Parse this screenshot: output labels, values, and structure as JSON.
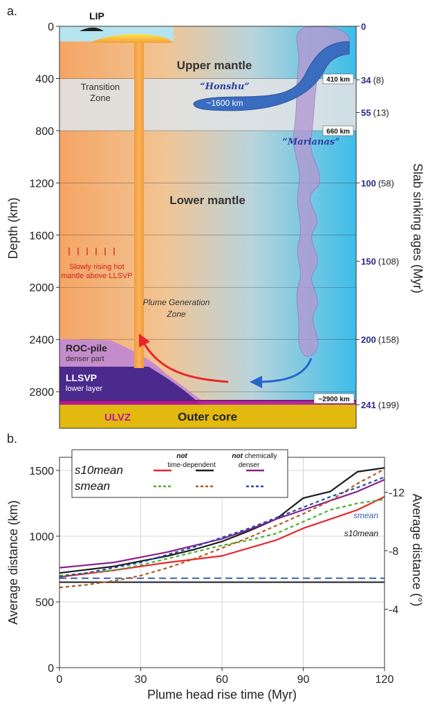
{
  "panel_a": {
    "label": "a.",
    "left_axis_label": "Depth (km)",
    "right_axis_label": "Slab sinking ages (Myr)",
    "depth_ticks": [
      "0",
      "400",
      "800",
      "1200",
      "1600",
      "2000",
      "2400",
      "2800"
    ],
    "age_ticks": [
      {
        "main": "0",
        "paren": ""
      },
      {
        "main": "34",
        "paren": "(8)"
      },
      {
        "main": "55",
        "paren": "(13)"
      },
      {
        "main": "100",
        "paren": "(58)"
      },
      {
        "main": "150",
        "paren": "(108)"
      },
      {
        "main": "200",
        "paren": "(158)"
      },
      {
        "main": "241",
        "paren": "(199)"
      }
    ],
    "labels": {
      "lip": "LIP",
      "upper_mantle": "Upper mantle",
      "transition_1": "Transition",
      "transition_2": "Zone",
      "honshu": "“Honshu”",
      "honshu_len": "~1600 km",
      "marianas": "“Marianas”",
      "lower_mantle": "Lower mantle",
      "rising_1": "Slowly rising hot",
      "rising_2": "mantle above LLSVP",
      "pgz_1": "Plume Generation",
      "pgz_2": "Zone",
      "roc_1": "ROC-pile",
      "roc_2": "denser part",
      "llsvp_1": "LLSVP",
      "llsvp_2": "lower layer",
      "ulvz": "ULVZ",
      "outer_core": "Outer core",
      "km410": "410 km",
      "km660": "660 km",
      "km2900": "~2900 km"
    },
    "colors": {
      "red": "#e8262a",
      "blue": "#2566c8",
      "slab": "#3a6cc0",
      "llsvp": "#4a2a8c",
      "roc": "#c58ccc",
      "ulvz": "#b81a9c",
      "core": "#e2b90f",
      "age_text": "#2a2a8a"
    }
  },
  "panel_b": {
    "label": "b.",
    "legend": {
      "row1": "s10mean",
      "row2": "smean",
      "col2_a": "not",
      "col2_b": "time-dependent",
      "col3_a": "not",
      "col3_b": "chemically",
      "col3_c": "denser"
    },
    "ref_label_smean": "smean",
    "ref_label_s10mean": "s10mean"
  },
  "chart_data": {
    "type": "line",
    "xlabel": "Plume head rise time (Myr)",
    "ylabel": "Average distance (km)",
    "y2label": "Average distance (°)",
    "xlim": [
      0,
      120
    ],
    "ylim": [
      0,
      1600
    ],
    "xticks": [
      0,
      30,
      60,
      90,
      120
    ],
    "yticks": [
      0,
      500,
      1000,
      1500
    ],
    "y2ticks": [
      4,
      8,
      12
    ],
    "grid": true,
    "x": [
      0,
      10,
      20,
      30,
      40,
      50,
      60,
      70,
      80,
      90,
      100,
      110,
      120
    ],
    "series": [
      {
        "name": "s10mean",
        "color": "#e8262a",
        "dash": "",
        "values": [
          690,
          715,
          740,
          770,
          800,
          825,
          850,
          910,
          970,
          1060,
          1130,
          1200,
          1300
        ]
      },
      {
        "name": "s10mean not time-dependent",
        "color": "#1a1a1a",
        "dash": "",
        "values": [
          720,
          745,
          770,
          810,
          850,
          900,
          960,
          1040,
          1130,
          1290,
          1340,
          1490,
          1520
        ]
      },
      {
        "name": "s10mean not chemically denser",
        "color": "#8a1f8a",
        "dash": "",
        "values": [
          760,
          780,
          800,
          840,
          880,
          930,
          980,
          1050,
          1130,
          1200,
          1270,
          1340,
          1430
        ]
      },
      {
        "name": "smean",
        "color": "#4caf2a",
        "dash": "5,4",
        "values": [
          700,
          720,
          740,
          780,
          830,
          880,
          930,
          970,
          1020,
          1110,
          1200,
          1250,
          1280
        ]
      },
      {
        "name": "smean not time-dependent",
        "color": "#b05a1e",
        "dash": "5,4",
        "values": [
          610,
          630,
          660,
          700,
          760,
          830,
          910,
          990,
          1080,
          1170,
          1270,
          1400,
          1510
        ]
      },
      {
        "name": "smean not chemically denser",
        "color": "#1e4fb0",
        "dash": "5,4",
        "values": [
          690,
          720,
          760,
          800,
          860,
          920,
          990,
          1060,
          1140,
          1220,
          1300,
          1370,
          1450
        ]
      }
    ],
    "reference_lines": [
      {
        "name": "smean",
        "value": 680,
        "color": "#3b5fae",
        "dash": "10,6"
      },
      {
        "name": "s10mean",
        "value": 650,
        "color": "#1a1a1a",
        "dash": ""
      }
    ]
  }
}
